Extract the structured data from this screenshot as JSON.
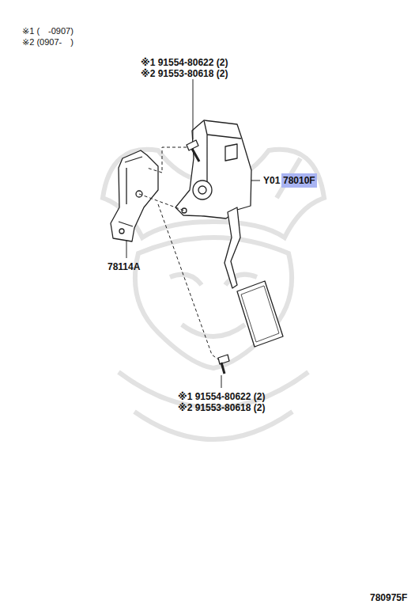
{
  "diagram": {
    "nodes": [
      {
        "text": [
          "78010F"
        ]
      }
    ],
    "edges": [],
    "labels": [
      "※1 (　-0907)",
      "※2 (0907-　)",
      "※1 91554-80622 (2)",
      "※2 91553-80618 (2)",
      "Y01",
      "78114A",
      "※1 91554-80622 (2)",
      "※2 91553-80618 (2)",
      "780975F"
    ]
  }
}
